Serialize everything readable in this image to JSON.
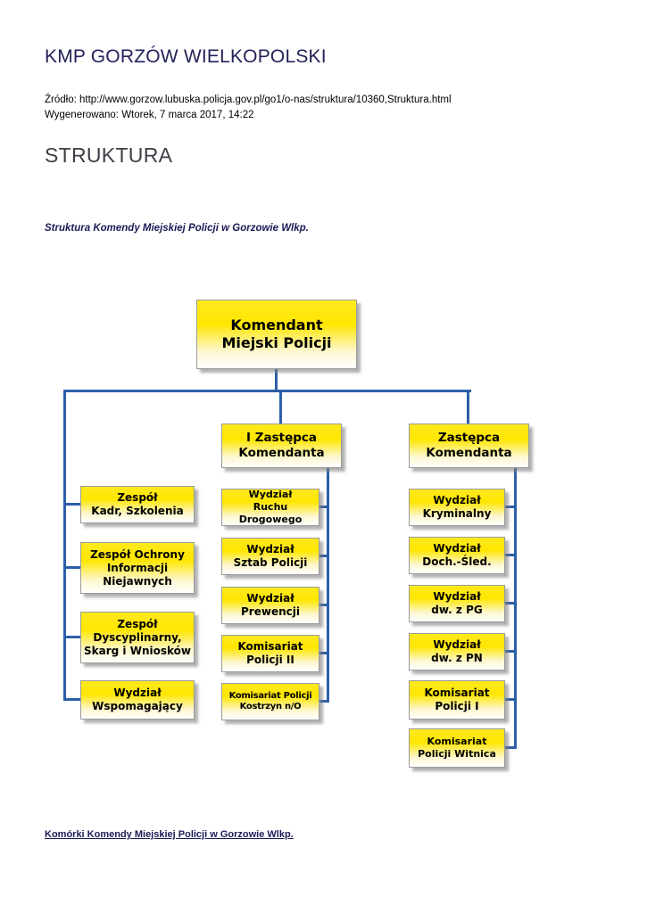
{
  "page": {
    "title": "KMP GORZÓW WIELKOPOLSKI",
    "source_line": "Źródło: http://www.gorzow.lubuska.policja.gov.pl/go1/o-nas/struktura/10360,Struktura.html",
    "generated_line": "Wygenerowano: Wtorek, 7 marca 2017, 14:22",
    "section_heading": "STRUKTURA",
    "chart_caption": "Struktura Komendy Miejskiej Policji w Gorzowie Wlkp.",
    "footer_link": "Komórki Komendy Miejskiej Policji w Gorzowie Wlkp."
  },
  "org_chart": {
    "root": [
      "Komendant",
      "Miejski Policji"
    ],
    "left_units": [
      [
        "Zespół",
        "Kadr, Szkolenia"
      ],
      [
        "Zespół Ochrony",
        "Informacji",
        "Niejawnych"
      ],
      [
        "Zespół",
        "Dyscyplinarny,",
        "Skarg i Wniosków"
      ],
      [
        "Wydział",
        "Wspomagający"
      ]
    ],
    "deputy1": {
      "label": [
        "I Zastępca",
        "Komendanta"
      ],
      "children": [
        [
          "Wydział",
          "Ruchu Drogowego"
        ],
        [
          "Wydział",
          "Sztab Policji"
        ],
        [
          "Wydział",
          "Prewencji"
        ],
        [
          "Komisariat",
          "Policji II"
        ],
        [
          "Komisariat Policji",
          "Kostrzyn n/O"
        ]
      ]
    },
    "deputy2": {
      "label": [
        "Zastępca",
        "Komendanta"
      ],
      "children": [
        [
          "Wydział",
          "Kryminalny"
        ],
        [
          "Wydział",
          "Doch.-Śled."
        ],
        [
          "Wydział",
          "dw. z PG"
        ],
        [
          "Wydział",
          "dw. z PN"
        ],
        [
          "Komisariat",
          "Policji I"
        ],
        [
          "Komisariat",
          "Policji Witnica"
        ]
      ]
    }
  },
  "colors": {
    "title_color": "#232258",
    "heading_color": "#3f3e47",
    "accent_navy": "#1c1b57",
    "connector": "#2d5fa8",
    "box_yellow": "#ffe600"
  }
}
